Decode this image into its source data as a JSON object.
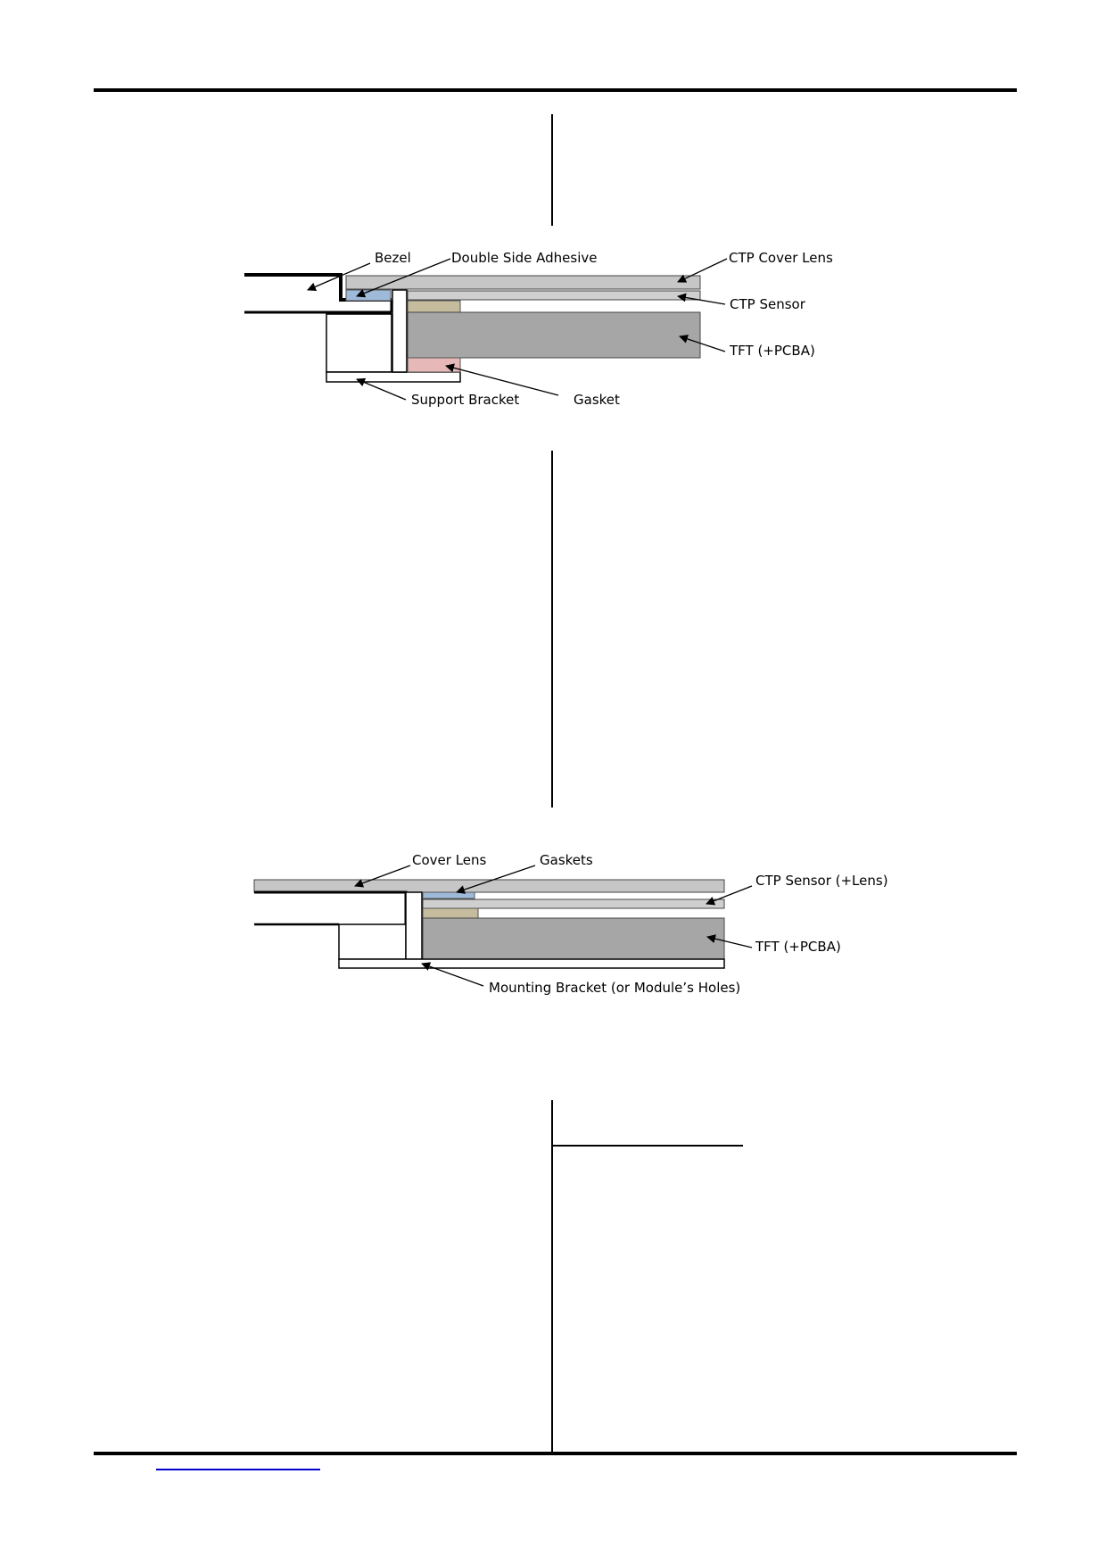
{
  "diagram1": {
    "labels": {
      "bezel": "Bezel",
      "adhesive": "Double Side Adhesive",
      "cover_lens": "CTP Cover Lens",
      "ctp_sensor": "CTP Sensor",
      "tft": "TFT (+PCBA)",
      "support_bracket": "Support Bracket",
      "gasket": "Gasket"
    }
  },
  "diagram2": {
    "labels": {
      "cover_lens": "Cover Lens",
      "gaskets": "Gaskets",
      "ctp_sensor": "CTP Sensor (+Lens)",
      "tft": "TFT (+PCBA)",
      "mounting_bracket": "Mounting Bracket (or Module’s Holes)"
    }
  },
  "colors": {
    "lens": "#c6c6c6",
    "sensor": "#cfcfcf",
    "tft": "#a6a6a6",
    "adhesive": "#9fb9d9",
    "spacer": "#c4bc9c",
    "gasket_pink": "#e6b8b8"
  }
}
